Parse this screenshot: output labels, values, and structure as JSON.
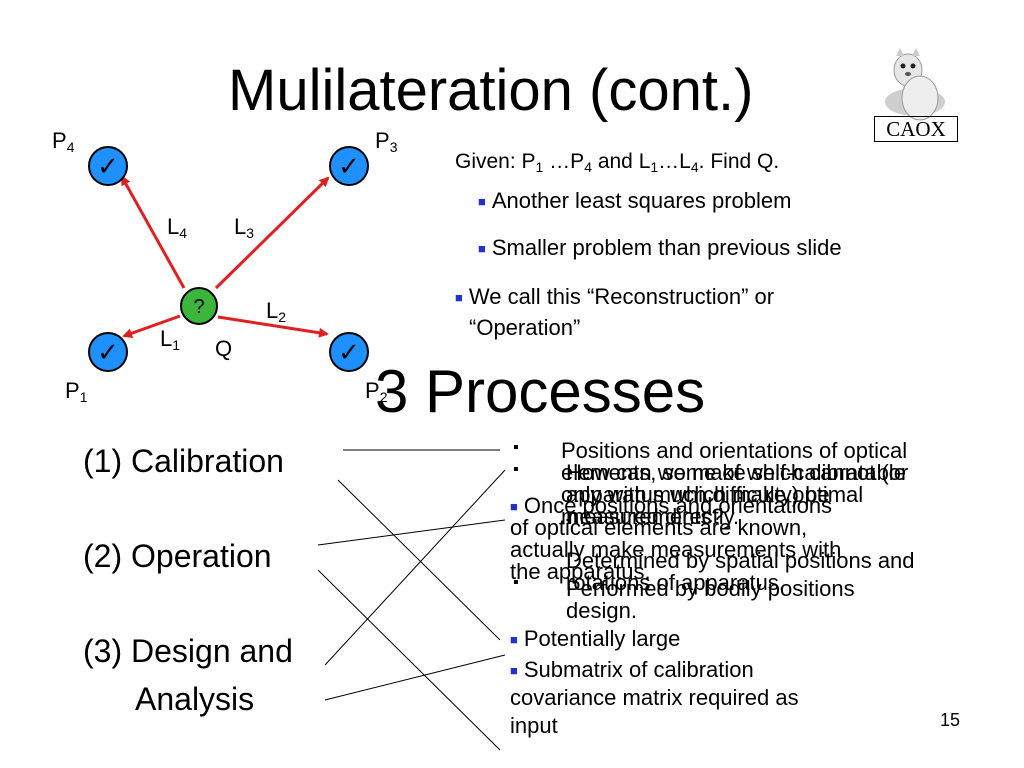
{
  "slide": {
    "title": "Mulilateration (cont.)",
    "subtitle": "3 Processes",
    "page_number": "15"
  },
  "diagram": {
    "check_glyph": "✓",
    "question_glyph": "?",
    "colors": {
      "node_fill": "#1e90ff",
      "q_fill": "#3cb53c",
      "arrow": "#e02020"
    },
    "labels": {
      "p4": "P",
      "p4_sub": "4",
      "p3": "P",
      "p3_sub": "3",
      "p1": "P",
      "p1_sub": "1",
      "p2": "P",
      "p2_sub": "2",
      "l4": "L",
      "l4_sub": "4",
      "l3": "L",
      "l3_sub": "3",
      "l2": "L",
      "l2_sub": "2",
      "l1": "L",
      "l1_sub": "1",
      "q": "Q"
    }
  },
  "given": {
    "t1": "Given: P",
    "s1": "1",
    "t2": " …P",
    "s2": "4",
    "t3": " and L",
    "s3": "1",
    "t4": "…L",
    "s4": "4",
    "t5": ". Find Q."
  },
  "bullets": {
    "b1": "Another least squares problem",
    "b2": "Smaller problem than previous slide",
    "b3_line1": "We call this “Reconstruction” or",
    "b3_line2": "“Operation”"
  },
  "processes": {
    "calibration": "(1) Calibration",
    "operation": "(2) Operation",
    "design_line1": "(3) Design and",
    "design_line2": "Analysis"
  },
  "right_text": {
    "bullet_mark": "▪",
    "pos_line1": "Positions and orientations of optical",
    "pos_line2": "elements, some of which cannot (or",
    "pos_line3": "only with much difficulty) be",
    "pos_line4": "measured directly.",
    "how_line1": "How can we make self-calibratable",
    "how_line2": "apparatus which make optimal",
    "how_line3": "measurements?",
    "how_line4": "Determined by spatial positions and",
    "how_line5": "rotations of apparatus.",
    "once_line1": "Once positions and orientations",
    "once_line2": "of optical elements are known,",
    "once_line3": "actually make measurements with",
    "once_line4": "the apparatus.",
    "perf_line1": "Performed by bodily positions",
    "perf_line2": "design.",
    "pot": "Potentially large",
    "sub_line1": "Submatrix of calibration",
    "sub_line2": "covariance matrix  required as",
    "sub_line3": "input"
  },
  "logo": {
    "text": "CAOX"
  }
}
